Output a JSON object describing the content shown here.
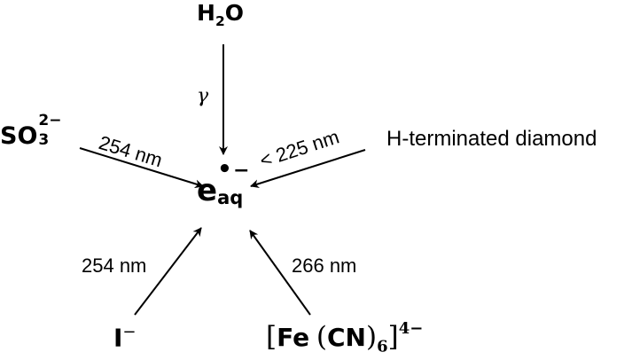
{
  "diagram": {
    "center": {
      "base": "e",
      "subscript": "aq",
      "superscript_dot": "•",
      "superscript_charge": "−"
    },
    "sources": [
      {
        "id": "water",
        "formula_parts": {
          "a": "H",
          "sub": "2",
          "b": "O"
        },
        "excitation": "γ"
      },
      {
        "id": "sulfite",
        "formula_parts": {
          "a": "SO",
          "sub": "3",
          "sup": "2−"
        },
        "excitation": "254 nm"
      },
      {
        "id": "diamond",
        "label": "H-terminated diamond",
        "excitation": "< 225 nm"
      },
      {
        "id": "iodide",
        "formula_parts": {
          "a": "I",
          "sup": "−"
        },
        "excitation": "254 nm"
      },
      {
        "id": "ferrocyanide",
        "formula_parts": {
          "open": "[",
          "fe": "Fe",
          "lp": "(",
          "cn": "CN",
          "rp": ")",
          "sub": "6",
          "close": "]",
          "sup": "4−"
        },
        "excitation": "266 nm"
      }
    ],
    "colors": {
      "stroke": "#000000",
      "background": "#ffffff"
    }
  }
}
